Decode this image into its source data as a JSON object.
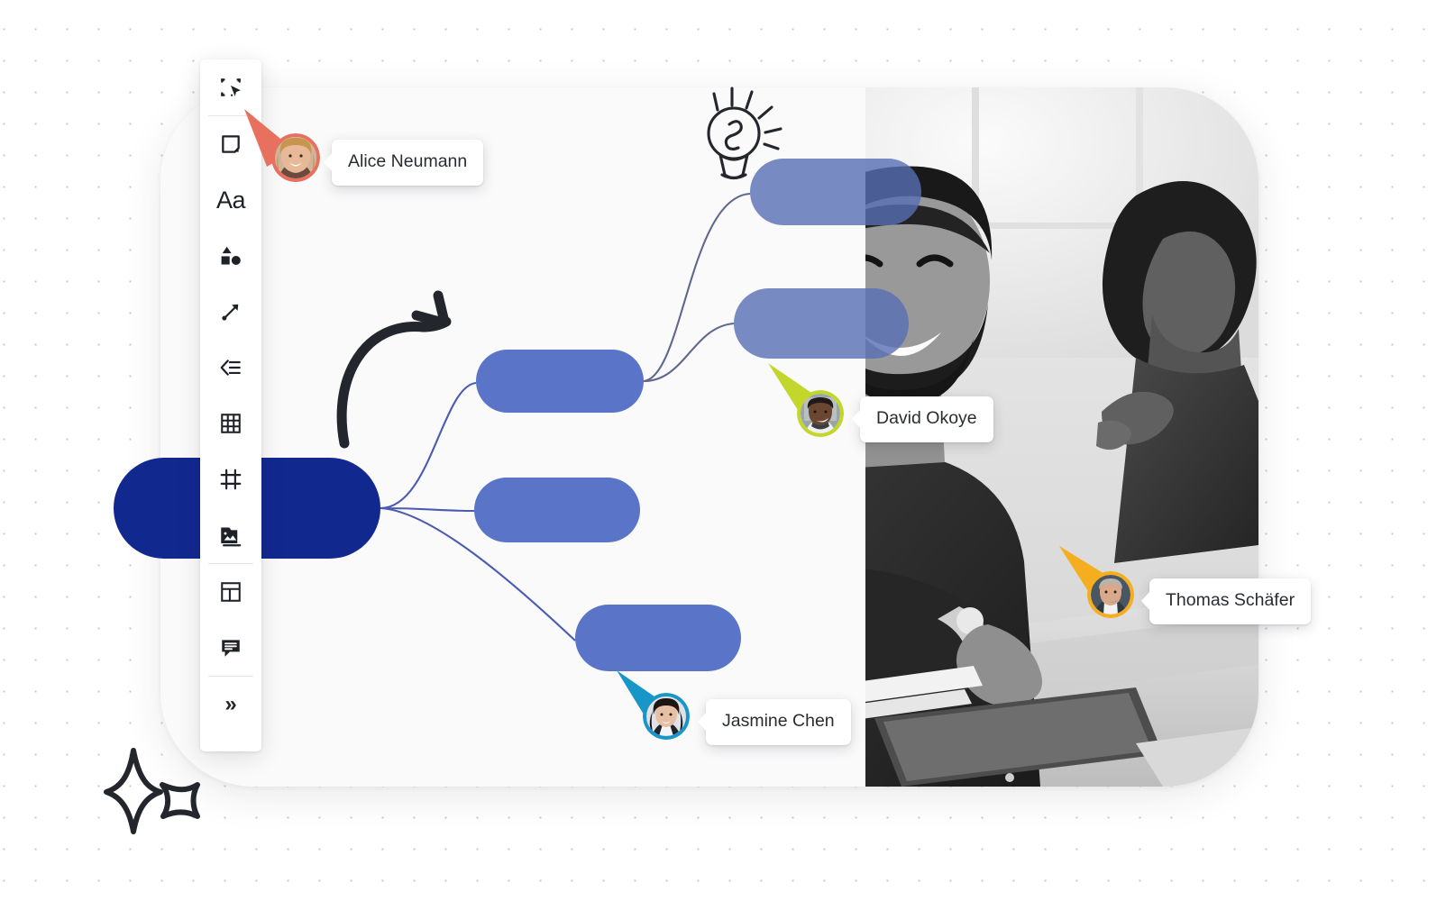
{
  "app": {
    "background": "#ffffff",
    "dot_grid_color": "#c9c9d2",
    "card_bg": "#fafafa"
  },
  "toolbar": {
    "name": "whiteboard-toolbar",
    "items": [
      {
        "id": "select",
        "icon": "select-frame-cursor-icon",
        "label": "",
        "active": true
      },
      {
        "id": "sticky",
        "icon": "sticky-note-icon",
        "label": "",
        "active": false
      },
      {
        "id": "text",
        "icon": "text-icon",
        "label": "Aa",
        "active": false
      },
      {
        "id": "shapes",
        "icon": "shapes-icon",
        "label": "",
        "active": false
      },
      {
        "id": "connector",
        "icon": "arrow-connector-icon",
        "label": "",
        "active": false
      },
      {
        "id": "mindmap",
        "icon": "mindmap-icon",
        "label": "",
        "active": false
      },
      {
        "id": "table",
        "icon": "grid-table-icon",
        "label": "",
        "active": false
      },
      {
        "id": "frame",
        "icon": "frame-icon",
        "label": "",
        "active": false
      },
      {
        "id": "media",
        "icon": "image-folder-icon",
        "label": "",
        "active": false
      },
      {
        "id": "template",
        "icon": "layout-template-icon",
        "label": "",
        "active": false
      },
      {
        "id": "comment",
        "icon": "comment-icon",
        "label": "",
        "active": false
      },
      {
        "id": "more",
        "icon": "chevron-double-right-icon",
        "label": "»",
        "active": false
      }
    ]
  },
  "collaborators": [
    {
      "id": "alice",
      "name": "Alice Neumann",
      "color": "#e8705f",
      "avatar_hair": "#c8954f",
      "avatar_skin": "#e8b999",
      "avatar_bg": "#cdb49a"
    },
    {
      "id": "david",
      "name": "David Okoye",
      "color": "#c3d62b",
      "avatar_hair": "#22191a",
      "avatar_skin": "#6b4630",
      "avatar_bg": "#9aa5a8"
    },
    {
      "id": "thomas",
      "name": "Thomas Schäfer",
      "color": "#f4ae1f",
      "avatar_hair": "#b9b3ae",
      "avatar_skin": "#d9a98a",
      "avatar_bg": "#4a5763"
    },
    {
      "id": "jasmine",
      "name": "Jasmine Chen",
      "color": "#1996c8",
      "avatar_hair": "#1d1414",
      "avatar_skin": "#e6c0a4",
      "avatar_bg": "#dfe2e6"
    }
  ],
  "mindmap": {
    "root": {
      "id": "root",
      "label": "",
      "color": "#11288f"
    },
    "nodes": [
      {
        "id": "a",
        "label": "",
        "color": "#5a74c8"
      },
      {
        "id": "b",
        "label": "",
        "color": "#5a74c8"
      },
      {
        "id": "c",
        "label": "",
        "color": "#5a74c8"
      },
      {
        "id": "d",
        "label": "",
        "color": "#6e7ba3"
      },
      {
        "id": "e",
        "label": "",
        "color": "#6e7ba3"
      }
    ],
    "connector_color": "#4a5bb0"
  },
  "doodles": [
    {
      "id": "lightbulb",
      "name": "lightbulb-doodle"
    },
    {
      "id": "arrow",
      "name": "curved-arrow-doodle"
    },
    {
      "id": "sparkle",
      "name": "sparkle-star-doodle"
    },
    {
      "id": "diamond",
      "name": "concave-square-doodle"
    }
  ],
  "photo": {
    "name": "team-meeting-photo",
    "description": "Two colleagues smiling at a desk",
    "filter": "grayscale"
  }
}
